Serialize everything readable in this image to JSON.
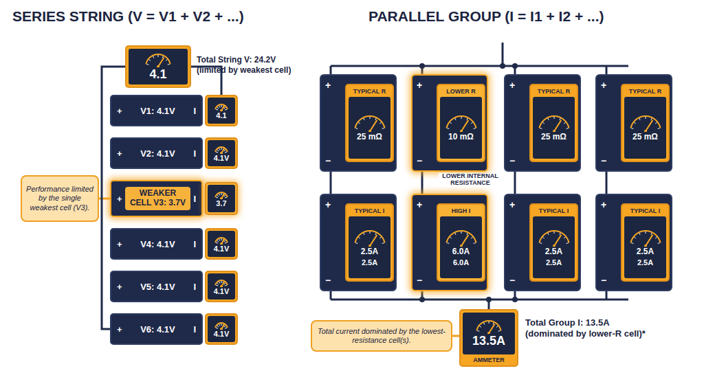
{
  "diagram": {
    "nodes": [
      {
        "text": [
          "4.1"
        ]
      },
      {
        "text": [
          "+",
          "V1: 4.1V",
          "I"
        ]
      },
      {
        "text": [
          "4.1"
        ]
      },
      {
        "text": [
          "+",
          "V2: 4.1V",
          "I"
        ]
      },
      {
        "text": [
          "4.1V"
        ]
      },
      {
        "text": [
          "+",
          "WEAKER CELL V3: 3.7V",
          "I"
        ]
      },
      {
        "text": [
          "3.7"
        ]
      },
      {
        "text": [
          "+",
          "V4: 4.1V",
          "I"
        ]
      },
      {
        "text": [
          "4.1V"
        ]
      },
      {
        "text": [
          "+",
          "V5: 4.1V",
          "I"
        ]
      },
      {
        "text": [
          "4.1V"
        ]
      },
      {
        "text": [
          "+",
          "V6: 4.1V",
          "I"
        ]
      },
      {
        "text": [
          "4.1V"
        ]
      },
      {
        "text": [
          "Performance limited by the single weakest cell (V3)."
        ]
      },
      {
        "text": [
          "+",
          "−"
        ]
      },
      {
        "text": [
          "TYPICAL R",
          "25 mΩ"
        ],
        "in": 14
      },
      {
        "text": [
          "+",
          "−"
        ]
      },
      {
        "text": [
          "LOWER R",
          "10 mΩ"
        ],
        "in": 16
      },
      {
        "text": [
          "+",
          "−"
        ]
      },
      {
        "text": [
          "TYPICAL R",
          "25 mΩ"
        ],
        "in": 18
      },
      {
        "text": [
          "+",
          "−"
        ]
      },
      {
        "text": [
          "TYPICAL R",
          "25 mΩ"
        ],
        "in": 20
      },
      {
        "text": [
          "+",
          "−"
        ]
      },
      {
        "text": [
          "TYPICAL I",
          "2.5A",
          "2.5A"
        ],
        "in": 22
      },
      {
        "text": [
          "+",
          "−"
        ]
      },
      {
        "text": [
          "HIGH I",
          "6.0A",
          "6.0A"
        ],
        "in": 24
      },
      {
        "text": [
          "+",
          "−"
        ]
      },
      {
        "text": [
          "TYPICAL I",
          "2.5A",
          "2.5A"
        ],
        "in": 26
      },
      {
        "text": [
          "+",
          "−"
        ]
      },
      {
        "text": [
          "TYPICAL I",
          "2.5A",
          "2.5A"
        ],
        "in": 28
      },
      {
        "text": [
          "13.5A",
          "AMMETER"
        ]
      },
      {
        "text": [
          "Total current dominated by the lowest-resistance cell(s)."
        ]
      }
    ],
    "edges": [
      {
        "from": 13,
        "to": 5,
        "arrow": "none"
      },
      {
        "from": 31,
        "to": 30,
        "arrow": "none"
      },
      {
        "from": 0,
        "to": 2,
        "arrow": "none"
      },
      {
        "from": 0,
        "to": 11,
        "arrow": "none"
      }
    ],
    "labels": [
      "SERIES STRING (V = V1 + V2 + ...)",
      "PARALLEL GROUP (I = I1 + I2 + ...)",
      "Total String V: 24.2V (limited by weakest cell)",
      "LOWER INTERNAL RESISTANCE",
      "Total Group I: 13.5A (dominated by lower-R cell)*"
    ]
  }
}
